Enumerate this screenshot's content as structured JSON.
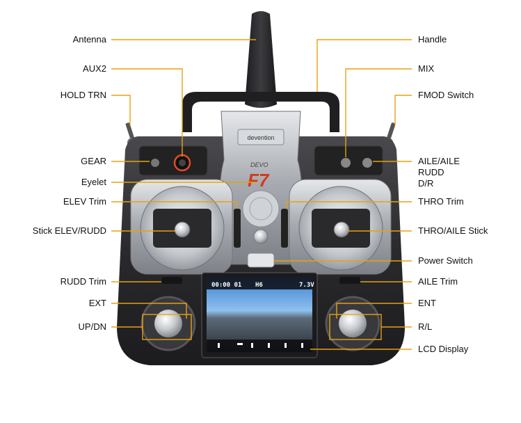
{
  "brand": {
    "logo": "devention",
    "model_small": "DEVO",
    "model_big": "F7"
  },
  "lcd": {
    "timer": "00:00 01",
    "mode": "H6",
    "voltage": "7.3V"
  },
  "labels_left": [
    "Antenna",
    "AUX2",
    "HOLD TRN",
    "GEAR",
    "Eyelet",
    "ELEV Trim",
    "Stick ELEV/RUDD",
    "RUDD Trim",
    "EXT",
    "UP/DN"
  ],
  "labels_right": [
    "Handle",
    "MIX",
    "FMOD Switch",
    "AILE/AILE",
    "RUDD",
    "D/R",
    "THRO Trim",
    "THRO/AILE Stick",
    "Power Switch",
    "AILE Trim",
    "ENT",
    "R/L",
    "LCD Display"
  ],
  "colors": {
    "leader": "#e8a10f",
    "body": "#2e2e30",
    "silver": "#b8bcc2"
  }
}
